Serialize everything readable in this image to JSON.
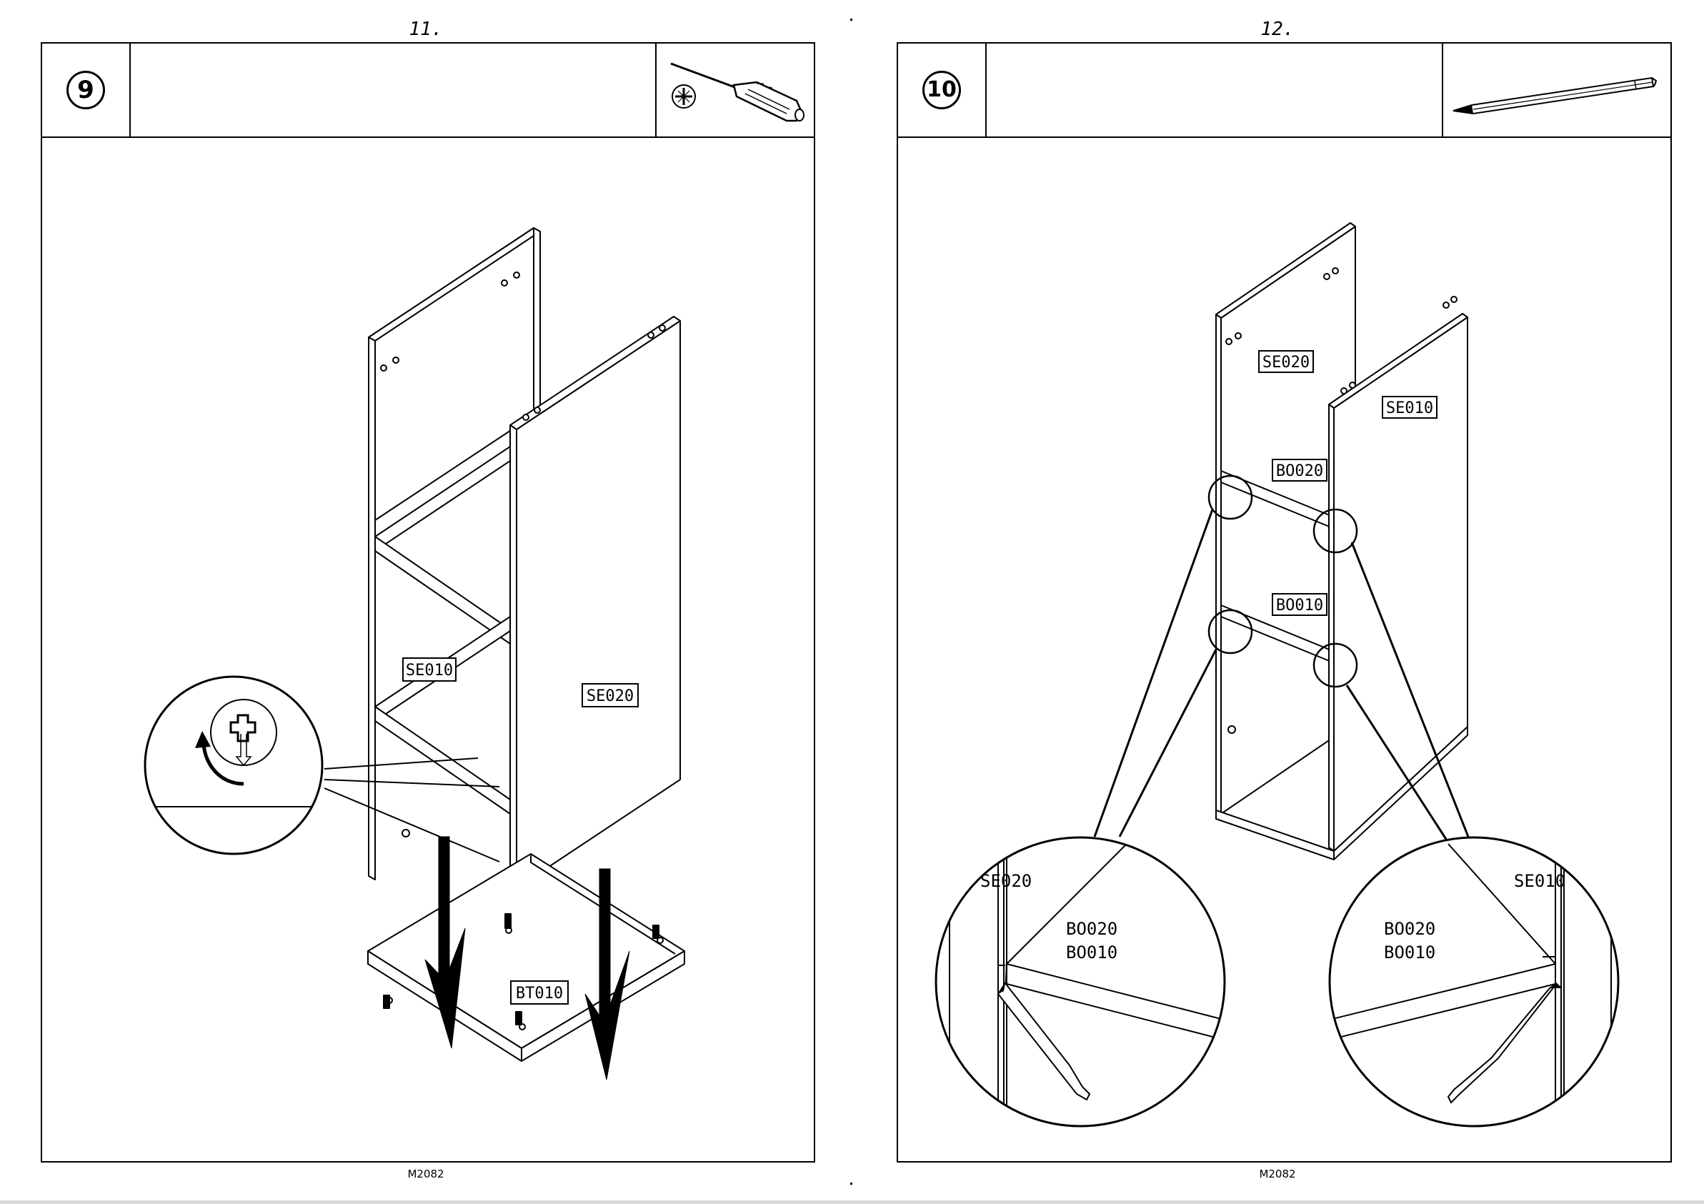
{
  "pages": [
    {
      "page_number": "11.",
      "step_number": "9",
      "tool_icon": "screwdriver-icon",
      "labels": {
        "side_left": "SE010",
        "side_right": "SE020",
        "bottom": "BT010"
      },
      "footer_code": "M2082"
    },
    {
      "page_number": "12.",
      "step_number": "10",
      "tool_icon": "pencil-icon",
      "labels": {
        "side_back": "SE020",
        "side_front": "SE010",
        "shelf_top": "BO020",
        "shelf_bottom": "BO010",
        "detail_left_side": "SE020",
        "detail_left_shelf_top": "BO020",
        "detail_left_shelf_bottom": "BO010",
        "detail_right_side": "SE010",
        "detail_right_shelf_top": "BO020",
        "detail_right_shelf_bottom": "BO010"
      },
      "footer_code": "M2082"
    }
  ]
}
